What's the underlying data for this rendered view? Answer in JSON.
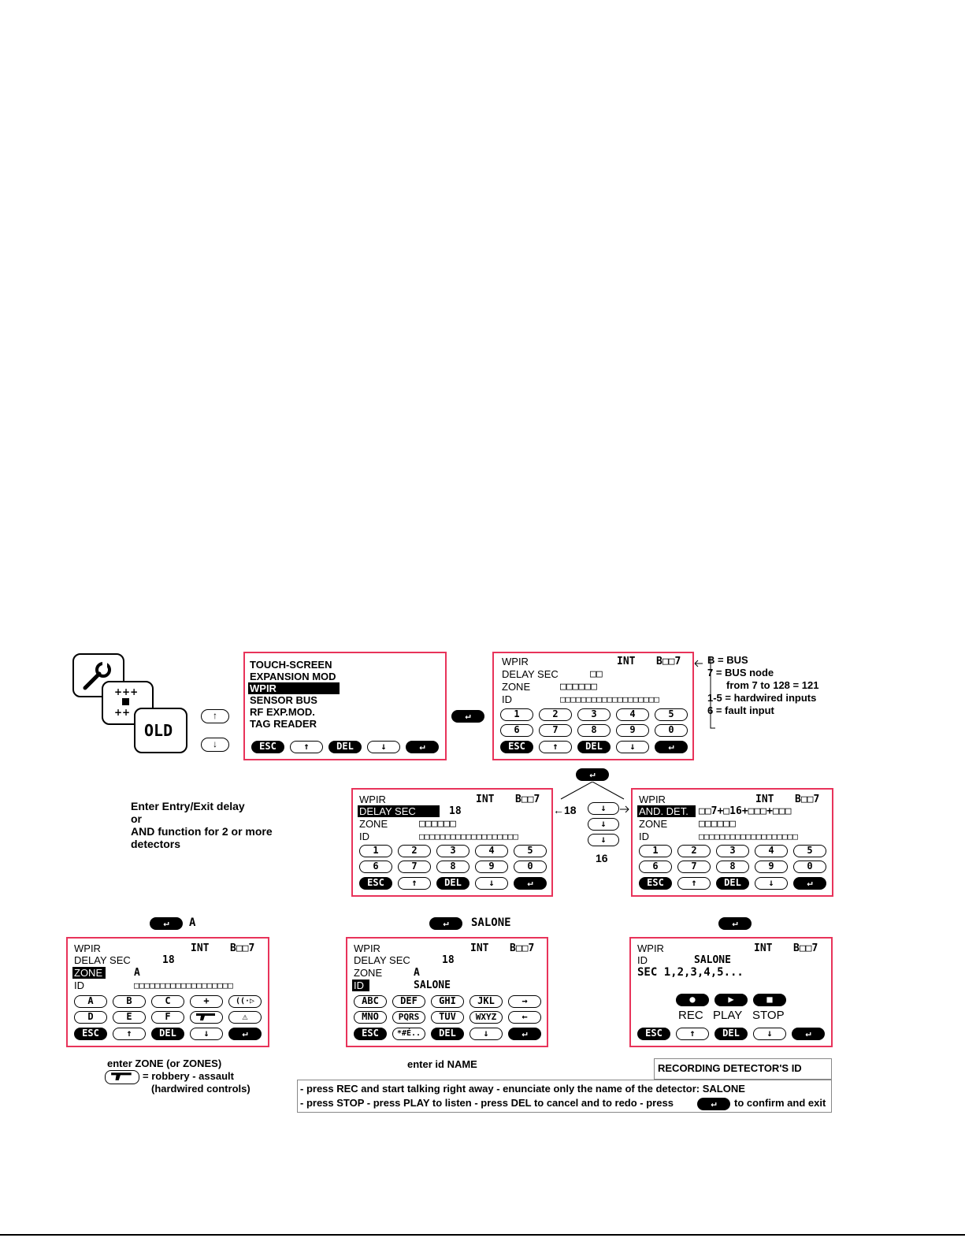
{
  "legend": {
    "b": "B = BUS",
    "node": "7 = BUS node",
    "range": "from 7 to 128 = 121",
    "hardwired": "1-5 = hardwired inputs",
    "fault": "6 = fault input"
  },
  "icons": {
    "tool": "wrench-icon",
    "move": "move-icon",
    "old": "OLD"
  },
  "menu": {
    "items": [
      "TOUCH-SCREEN",
      "EXPANSION MOD",
      "WPIR",
      "SENSOR BUS",
      "RF EXP.MOD.",
      "TAG READER"
    ],
    "selected": "WPIR"
  },
  "keys": {
    "esc": "ESC",
    "up": "↑",
    "del": "DEL",
    "down": "↓",
    "enter": "↵",
    "row1": [
      "1",
      "2",
      "3",
      "4",
      "5"
    ],
    "row2": [
      "6",
      "7",
      "8",
      "9",
      "0"
    ],
    "zone_row1": [
      "A",
      "B",
      "C",
      "+",
      "((·▷"
    ],
    "zone_row2": [
      "D",
      "E",
      "F",
      "gun",
      "⚠"
    ],
    "name_row1": [
      "ABC",
      "DEF",
      "GHI",
      "JKL",
      "→"
    ],
    "name_row2": [
      "MNO",
      "PQRS",
      "TUV",
      "WXYZ",
      "←"
    ],
    "special": "*#É..",
    "rec_icons": [
      "●",
      "▶",
      "■"
    ]
  },
  "lcd": {
    "title": "WPIR",
    "int": "INT",
    "bus": "B□□7",
    "delay": "DELAY SEC",
    "zone": "ZONE",
    "id": "ID",
    "delay_blank": "□□",
    "zone_blank": "□□□□□□",
    "id_blank": "□□□□□□□□□□□□□□□□□□□",
    "delay_val": "18",
    "and_det": "AND. DET.",
    "and_val": "□□7+□16+□□□+□□□",
    "zone_val": "A",
    "name_val": "SALONE",
    "sec_line": "SEC 1,2,3,4,5...",
    "rec": "REC",
    "play": "PLAY",
    "stop": "STOP"
  },
  "arrows": {
    "left18": "←18",
    "n16": "16"
  },
  "captions": {
    "delay_1": "Enter Entry/Exit delay",
    "delay_2": "or",
    "delay_3": "AND function for 2 or more",
    "delay_4": "detectors",
    "enter_a": "A",
    "enter_salone": "SALONE",
    "zone_1": "enter ZONE (or ZONES)",
    "zone_2": "= robbery - assault",
    "zone_3": "(hardwired controls)",
    "id_name": "enter id NAME",
    "rec_title": "RECORDING DETECTOR'S ID",
    "rec_1": "- press REC and start talking right away - enunciate only the name of the detector: SALONE",
    "rec_2a": "- press STOP - press PLAY to listen - press DEL to cancel and to redo - press",
    "rec_2b": "to confirm and exit"
  }
}
